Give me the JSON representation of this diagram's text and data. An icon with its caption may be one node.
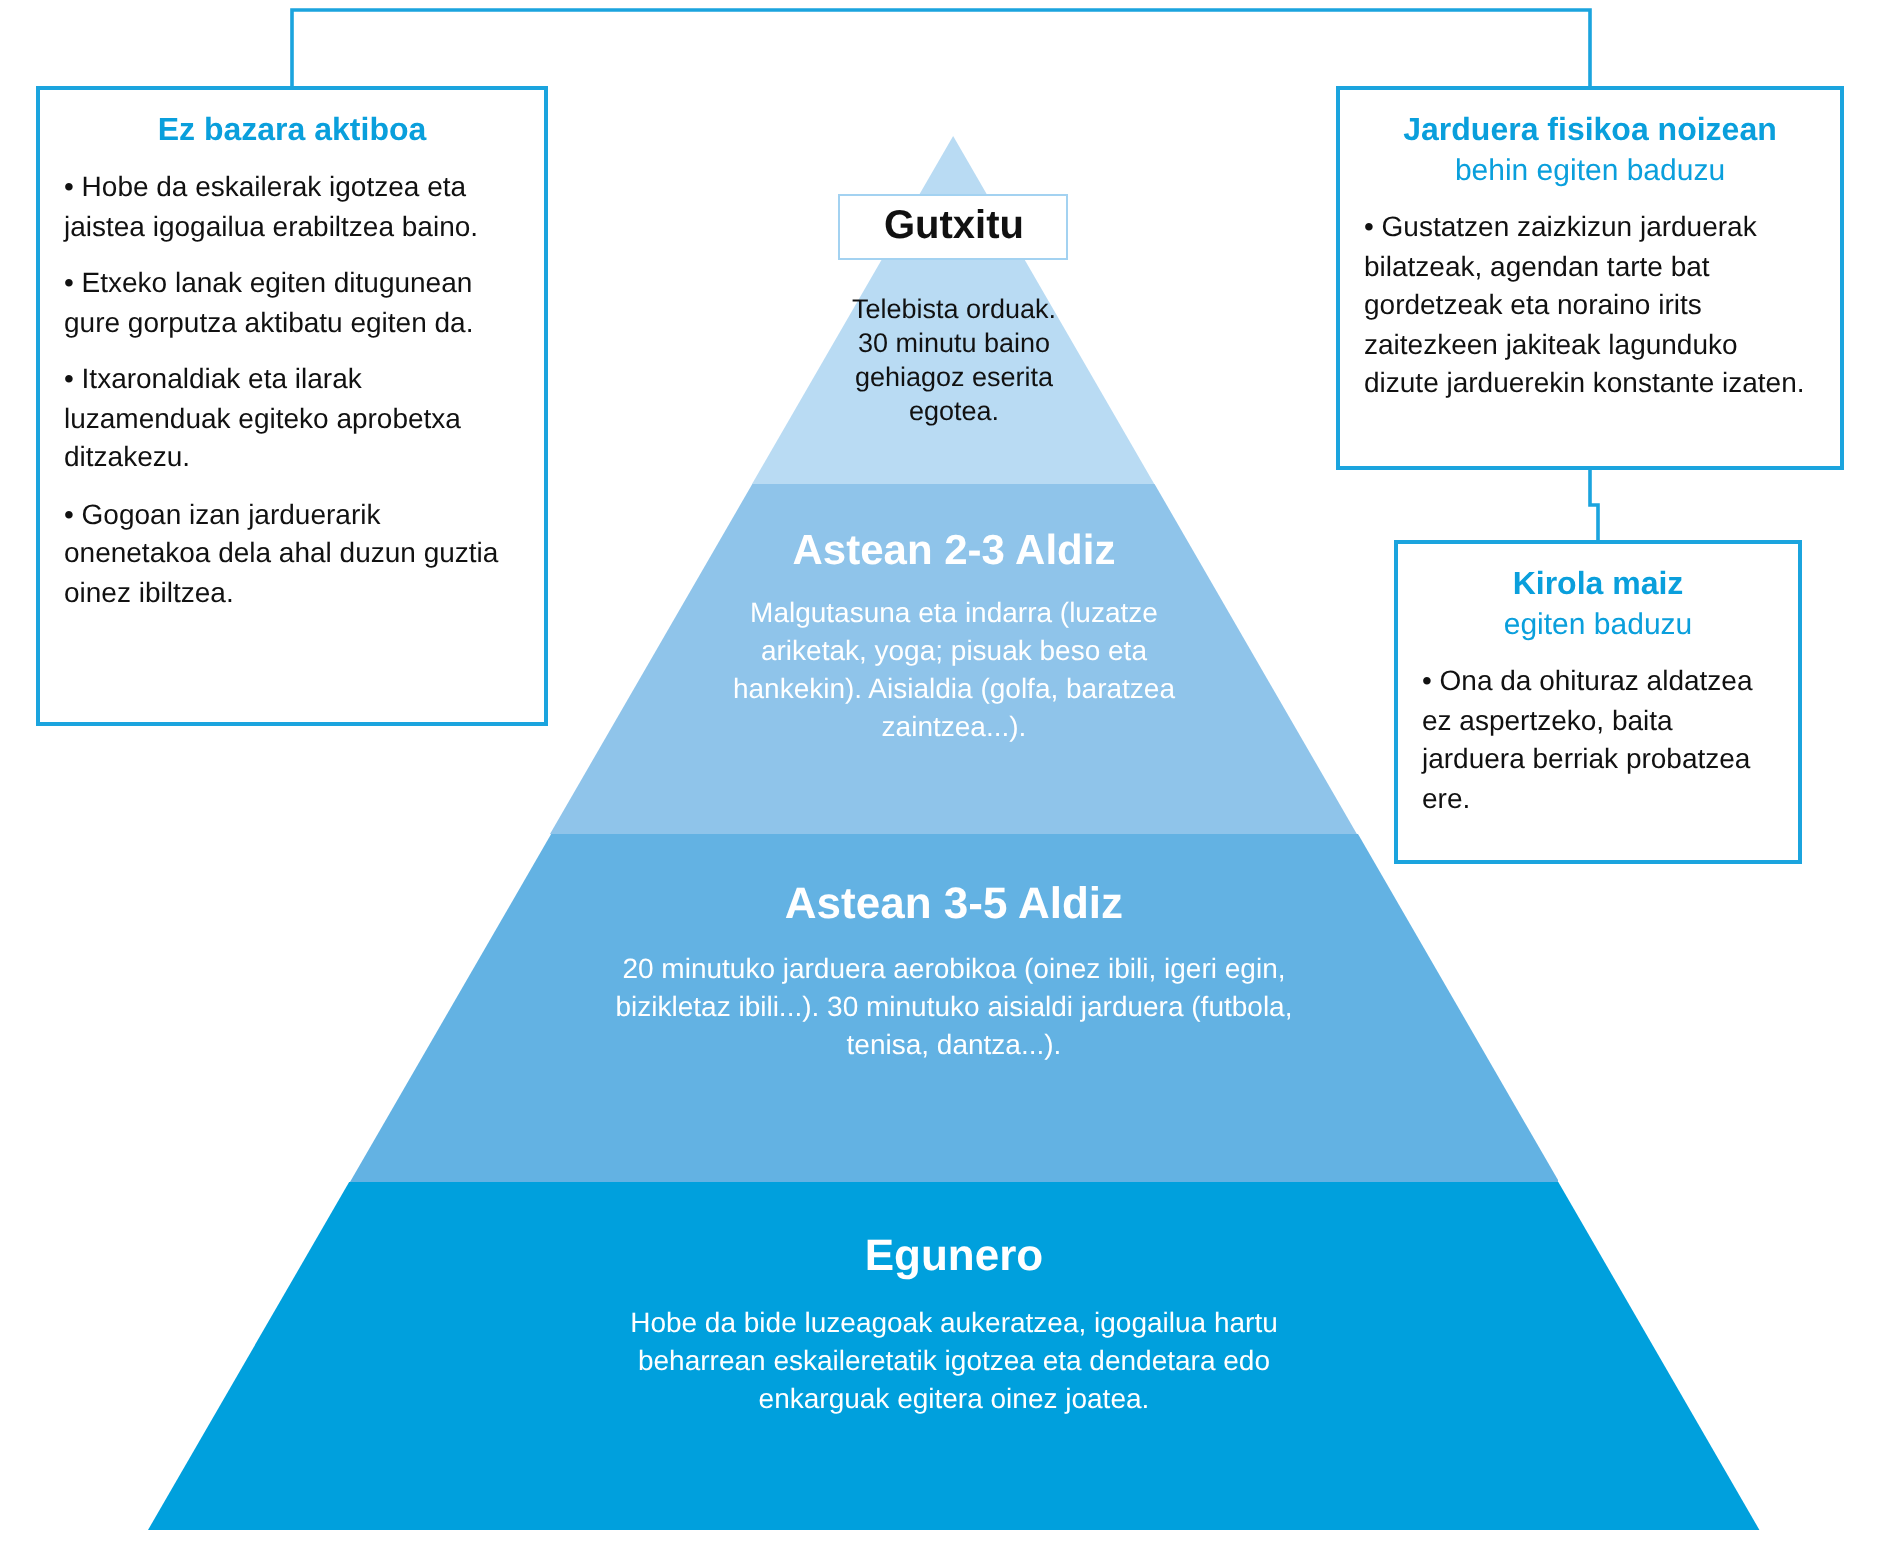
{
  "diagram": {
    "nodes": [
      {
        "text": [
          "Ez bazara aktiboa",
          "• Hobe da eskailerak igotzea eta jaistea igogailua erabiltzea baino.",
          "• Etxeko lanak egiten ditugunean gure gorputza aktibatu egiten da.",
          "• Itxaronaldiak eta ilarak luzamenduak egiteko aprobetxa ditzakezu.",
          "• Gogoan izan jarduerarik onenetakoa dela ahal duzun guztia oinez ibiltzea."
        ]
      },
      {
        "text": [
          "Jarduera fisikoa noizean",
          "behin egiten baduzu",
          "• Gustatzen zaizkizun jarduerak bilatzeak, agendan tarte bat gordetzeak eta noraino irits zaitezkeen jakiteak lagunduko dizute jarduerekin konstante izaten."
        ]
      },
      {
        "text": [
          "Kirola maiz",
          "egiten baduzu",
          "• Ona da ohituraz aldatzea ez aspertzeko, baita jarduera berriak probatzea ere."
        ]
      },
      {
        "text": [
          "Gutxitu",
          "Telebista orduak. 30 minutu baino gehiagoz eserita egotea."
        ]
      },
      {
        "text": [
          "Astean 2-3 Aldiz",
          "Malgutasuna eta indarra (luzatze ariketak, yoga; pisuak beso eta hankekin). Aisialdia (golfa, baratzea zaintzea...)."
        ]
      },
      {
        "text": [
          "Astean 3-5 Aldiz",
          "20 minutuko jarduera aerobikoa (oinez ibili, igeri egin, bizikletaz ibili...). 30 minutuko aisialdi jarduera (futbola, tenisa, dantza...)."
        ]
      },
      {
        "text": [
          "Egunero",
          "Hobe da bide luzeagoak aukeratzea, igogailua hartu beharrean eskaileretatik igotzea eta dendetara edo enkarguak egitera oinez joatea."
        ]
      }
    ],
    "edges": [
      {
        "from": 0,
        "to": 1,
        "arrow": "none"
      },
      {
        "from": 1,
        "to": 2,
        "arrow": "none"
      }
    ]
  }
}
